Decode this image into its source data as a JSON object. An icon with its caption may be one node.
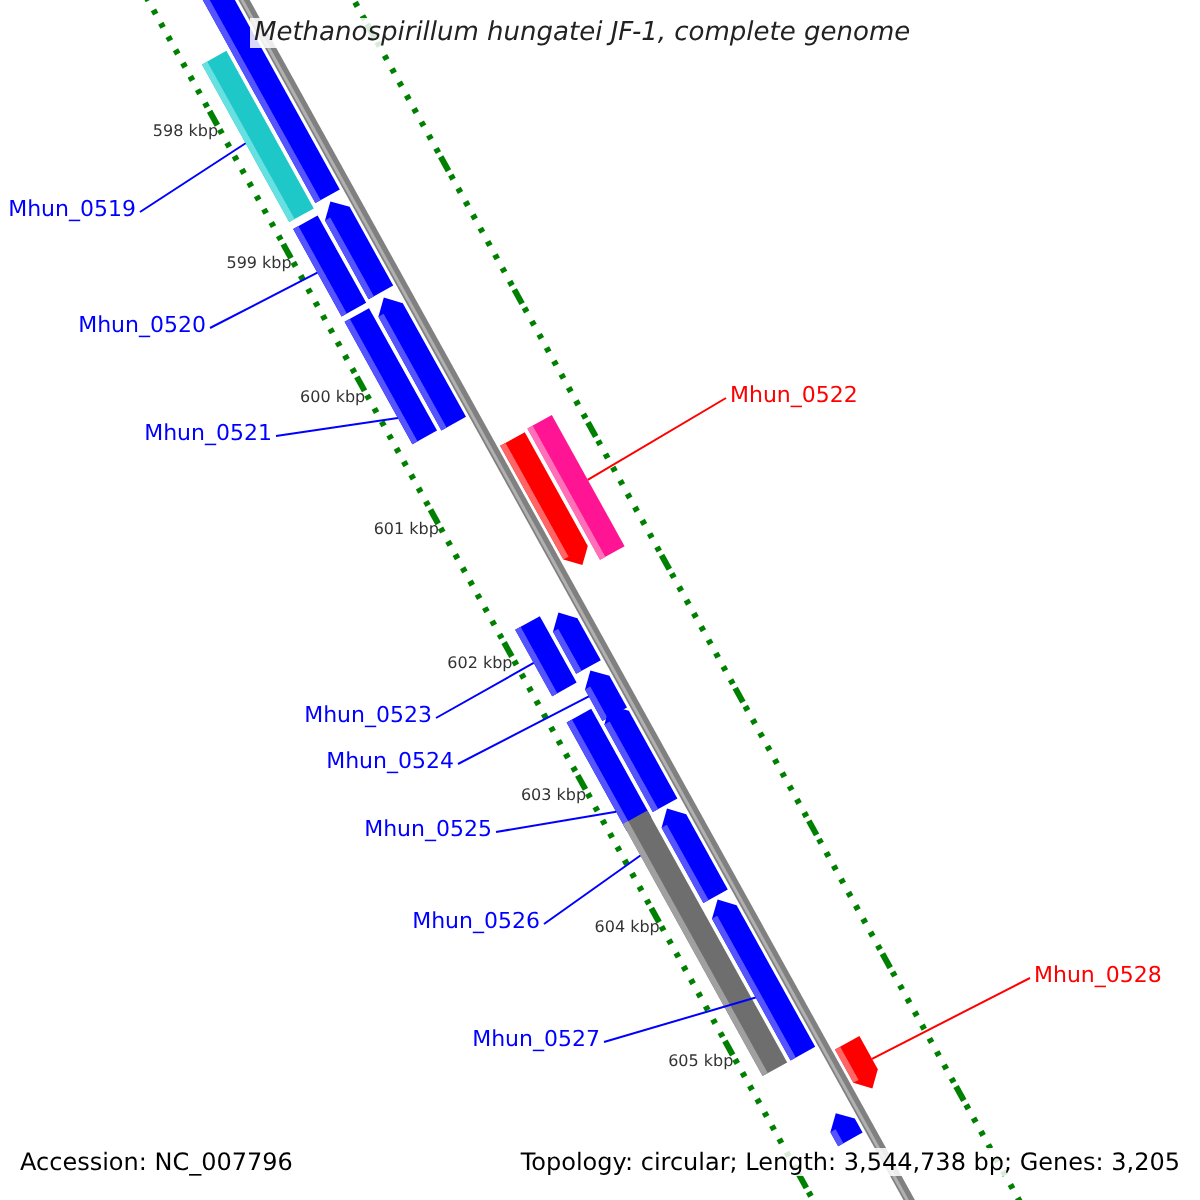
{
  "diagram": {
    "title": "Methanospirillum hungatei JF-1, complete genome",
    "nodes": [
      {
        "text": [
          "Mhun_0519"
        ]
      },
      {
        "text": [
          "Mhun_0520"
        ]
      },
      {
        "text": [
          "Mhun_0521"
        ]
      },
      {
        "text": [
          "Mhun_0522"
        ]
      },
      {
        "text": [
          "Mhun_0523"
        ]
      },
      {
        "text": [
          "Mhun_0524"
        ]
      },
      {
        "text": [
          "Mhun_0525"
        ]
      },
      {
        "text": [
          "Mhun_0526"
        ]
      },
      {
        "text": [
          "Mhun_0527"
        ]
      },
      {
        "text": [
          "Mhun_0528"
        ]
      },
      {
        "text": [],
        "shape": "bar"
      },
      {
        "text": [],
        "shape": "bar"
      },
      {
        "text": [],
        "shape": "bar"
      },
      {
        "text": [],
        "shape": "bar"
      },
      {
        "text": [],
        "shape": "bar"
      },
      {
        "text": [],
        "shape": "bar"
      },
      {
        "text": [],
        "shape": "bar"
      },
      {
        "text": [],
        "shape": "bar"
      },
      {
        "text": [],
        "shape": "bar"
      },
      {
        "text": [],
        "shape": "bar"
      },
      {
        "text": [],
        "shape": "bar"
      },
      {
        "text": [],
        "shape": "bar"
      },
      {
        "text": [],
        "shape": "bar"
      },
      {
        "text": [],
        "shape": "bar"
      },
      {
        "text": [],
        "shape": "bar"
      },
      {
        "text": [],
        "shape": "bar"
      },
      {
        "text": [],
        "shape": "bar"
      },
      {
        "text": [],
        "shape": "bar"
      }
    ],
    "edges": [
      {
        "from": 0,
        "to": 11,
        "arrow": "none"
      },
      {
        "from": 1,
        "to": 13,
        "arrow": "none"
      },
      {
        "from": 2,
        "to": 15,
        "arrow": "none"
      },
      {
        "from": 3,
        "to": 17,
        "arrow": "none",
        "color": "#ff0000"
      },
      {
        "from": 4,
        "to": 18,
        "arrow": "none"
      },
      {
        "from": 5,
        "to": 20,
        "arrow": "none"
      },
      {
        "from": 6,
        "to": 21,
        "arrow": "none"
      },
      {
        "from": 7,
        "to": 23,
        "arrow": "none"
      },
      {
        "from": 8,
        "to": 25,
        "arrow": "none"
      },
      {
        "from": 9,
        "to": 26,
        "arrow": "none",
        "color": "#ff0000"
      }
    ],
    "labels": [
      "598 kbp",
      "599 kbp",
      "600 kbp",
      "601 kbp",
      "602 kbp",
      "603 kbp",
      "604 kbp",
      "605 kbp",
      "Accession: NC_007796",
      "Topology: circular; Length: 3,544,738 bp; Genes: 3,205"
    ]
  }
}
